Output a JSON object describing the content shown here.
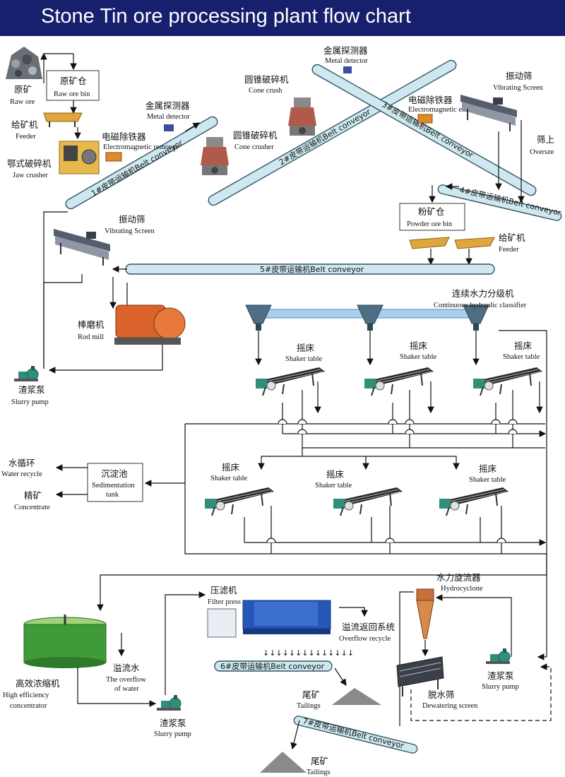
{
  "title": "Stone Tin ore processing plant  flow chart",
  "labels": {
    "raw_ore_cn": "原矿",
    "raw_ore_en": "Raw ore",
    "raw_bin_cn": "原矿仓",
    "raw_bin_en": "Raw ore bin",
    "feeder1_cn": "给矿机",
    "feeder1_en": "Feeder",
    "jaw_cn": "鄂式破碎机",
    "jaw_en": "Jaw crusher",
    "md1_cn": "金属探测器",
    "md1_en": "Metal detector",
    "em1_cn": "电磁除铁器",
    "em1_en": "Electromagnetic remover",
    "cone1_cn": "圆锥破碎机",
    "cone1_en": "Cone crusher",
    "md2_cn": "金属探测器",
    "md2_en": "Metal detector",
    "cone2_cn": "圆锥破碎机",
    "cone2_en": "Cone crush",
    "em2_cn": "电磁除铁器",
    "em2_en": "Electromagnetic eliminator",
    "vs1_cn": "振动筛",
    "vs1_en": "Vibrating Screen",
    "over_cn": "筛上",
    "over_en": "Oversze",
    "pbin_cn": "粉矿仓",
    "pbin_en": "Powder ore bin",
    "feeder2_cn": "给矿机",
    "feeder2_en": "Feeder",
    "vs2_cn": "振动筛",
    "vs2_en": "Vibrating Screen",
    "rod_cn": "棒磨机",
    "rod_en": "Rod mill",
    "sp1_cn": "渣浆泵",
    "sp1_en": "Slurry pump",
    "chc_cn": "连续水力分级机",
    "chc_en": "Continuous hydraulic classifier",
    "st_cn": "摇床",
    "st_en": "Shaker table",
    "wr_cn": "水循环",
    "wr_en": "Water recycle",
    "conc_cn": "精矿",
    "conc_en": "Concentrate",
    "sed_cn": "沉淀池",
    "sed_en1": "Sedimentation",
    "sed_en2": "tank",
    "hc_cn": "水力旋流器",
    "hc_en": "Hydrocyclone",
    "fp_cn": "压滤机",
    "fp_en": "Filter press",
    "of_cn": "溢流返回系统",
    "of_en": "Overflow recycle",
    "hec_cn": "高效浓缩机",
    "hec_en1": "High efficiency",
    "hec_en2": "concentrator",
    "ow_cn": "溢流水",
    "ow_en1": "The overflow",
    "ow_en2": "of water",
    "sp2_cn": "渣浆泵",
    "sp2_en": "Slurry pump",
    "sp3_cn": "渣浆泵",
    "sp3_en": "Slurry pump",
    "ds_cn": "脱水筛",
    "ds_en": "Dewatering screen",
    "tail1_cn": "尾矿",
    "tail1_en": "Tailings",
    "tail2_cn": "尾矿",
    "tail2_en": "Tailings"
  },
  "belts": {
    "b1": "1#皮带运输机Belt conveyor",
    "b2": "2#皮带运输机Belt conveyor",
    "b3": "3#皮带运输机Belt conveyor",
    "b4": "4#皮带运输机Belt conveyor",
    "b5": "5#皮带运输机Belt conveyor",
    "b6": "6#皮带运输机Belt conveyor",
    "b7": "7#皮带运输机Belt conveyor"
  },
  "colors": {
    "header": "#17206d",
    "belt_fill": "#cfe8ef",
    "belt_stroke": "#2e5566",
    "shaker_deck": "#2a2a2a",
    "motor": "#2f8f7a",
    "rod_mill": "#d9632a",
    "thickener": "#3f9a3a",
    "filter_press": "#2657b8",
    "hydrocyclone": "#c8703a",
    "tailings": "#8a8a8a"
  },
  "icons": [
    "rock-pile-icon",
    "feeder-icon",
    "jaw-crusher-icon",
    "metal-detector-icon",
    "magnet-icon",
    "cone-crusher-icon",
    "vibrating-screen-icon",
    "rod-mill-icon",
    "slurry-pump-icon",
    "classifier-icon",
    "shaker-table-icon",
    "thickener-icon",
    "filter-press-icon",
    "hydrocyclone-icon",
    "dewatering-screen-icon",
    "tailings-pile-icon"
  ]
}
